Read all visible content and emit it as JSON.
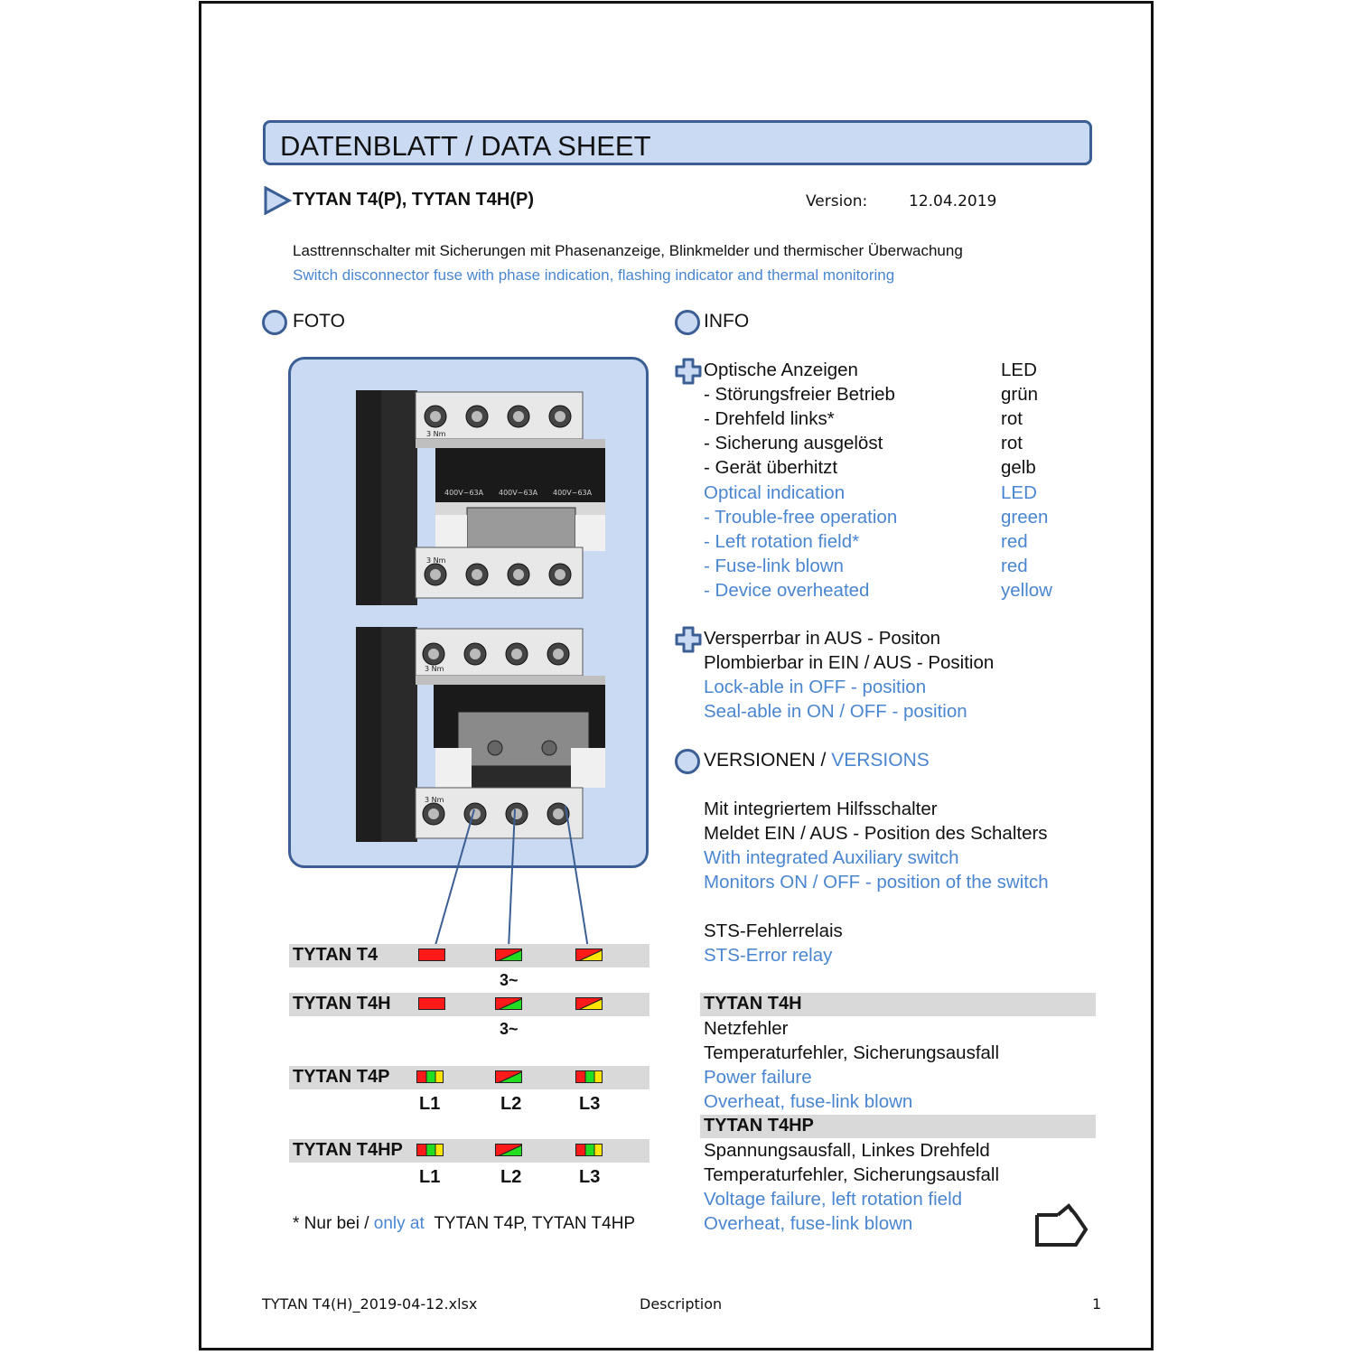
{
  "header": {
    "title": "DATENBLATT / DATA SHEET",
    "product": "TYTAN T4(P), TYTAN T4H(P)",
    "version_label": "Version:",
    "version_date": "12.04.2019"
  },
  "description": {
    "de": "Lasttrennschalter mit Sicherungen mit Phasenanzeige, Blinkmelder und thermischer Überwachung",
    "en": "Switch disconnector fuse with phase indication, flashing indicator and thermal monitoring"
  },
  "foto": {
    "heading": "FOTO",
    "module_marking": "3 Nm",
    "fuse_marking": "400V~63A"
  },
  "info": {
    "heading": "INFO",
    "optical": [
      {
        "label": "Optische Anzeigen",
        "value": "LED",
        "lang": "de"
      },
      {
        "label": "- Störungsfreier Betrieb",
        "value": "grün",
        "lang": "de"
      },
      {
        "label": "- Drehfeld links*",
        "value": "rot",
        "lang": "de"
      },
      {
        "label": "- Sicherung ausgelöst",
        "value": "rot",
        "lang": "de"
      },
      {
        "label": "- Gerät überhitzt",
        "value": "gelb",
        "lang": "de"
      },
      {
        "label": "Optical indication",
        "value": "LED",
        "lang": "en"
      },
      {
        "label": "- Trouble-free operation",
        "value": "green",
        "lang": "en"
      },
      {
        "label": "- Left rotation field*",
        "value": "red",
        "lang": "en"
      },
      {
        "label": "- Fuse-link blown",
        "value": "red",
        "lang": "en"
      },
      {
        "label": "- Device overheated",
        "value": "yellow",
        "lang": "en"
      }
    ],
    "lock": [
      {
        "text": "Versperrbar in AUS - Positon",
        "lang": "de"
      },
      {
        "text": "Plombierbar in EIN / AUS - Position",
        "lang": "de"
      },
      {
        "text": "Lock-able in OFF - position",
        "lang": "en"
      },
      {
        "text": "Seal-able in ON / OFF - position",
        "lang": "en"
      }
    ]
  },
  "versions": {
    "heading_de": "VERSIONEN",
    "sep": " / ",
    "heading_en": "VERSIONS",
    "aux": [
      {
        "text": "Mit integriertem Hilfsschalter",
        "lang": "de"
      },
      {
        "text": "Meldet EIN / AUS - Position des Schalters",
        "lang": "de"
      },
      {
        "text": "With integrated Auxiliary switch",
        "lang": "en"
      },
      {
        "text": "Monitors ON / OFF - position of the switch",
        "lang": "en"
      }
    ],
    "sts": [
      {
        "text": "STS-Fehlerrelais",
        "lang": "de"
      },
      {
        "text": "STS-Error relay",
        "lang": "en"
      }
    ],
    "t4h": {
      "title": "TYTAN T4H",
      "lines": [
        {
          "text": "Netzfehler",
          "lang": "de"
        },
        {
          "text": "Temperaturfehler, Sicherungsausfall",
          "lang": "de"
        },
        {
          "text": "Power failure",
          "lang": "en"
        },
        {
          "text": "Overheat, fuse-link blown",
          "lang": "en"
        }
      ]
    },
    "t4hp": {
      "title": "TYTAN T4HP",
      "lines": [
        {
          "text": "Spannungsausfall, Linkes Drehfeld",
          "lang": "de"
        },
        {
          "text": "Temperaturfehler, Sicherungsausfall",
          "lang": "de"
        },
        {
          "text": "Voltage failure, left rotation field",
          "lang": "en"
        },
        {
          "text": "Overheat, fuse-link blown",
          "lang": "en"
        }
      ]
    }
  },
  "indicators": {
    "models": [
      "TYTAN T4",
      "TYTAN T4H",
      "TYTAN T4P",
      "TYTAN T4HP"
    ],
    "three_phase": "3~",
    "phases": [
      "L1",
      "L2",
      "L3"
    ]
  },
  "note": {
    "star": "* Nur bei / ",
    "only_at": "only at",
    "models": "TYTAN T4P, TYTAN T4HP"
  },
  "footer": {
    "file": "TYTAN T4(H)_2019-04-12.xlsx",
    "sheet": "Description",
    "page": "1"
  },
  "colors": {
    "accent_blue": "#3b5f95",
    "panel_fill": "#c9daf2",
    "english_text": "#4a86d0",
    "led_red": "#ff1a1a",
    "led_green": "#22dd22",
    "led_yellow": "#ffe600"
  },
  "icons": {
    "bullet_arrow": "triangle-right-icon",
    "section_marker": "circle-icon",
    "item_marker": "plus-icon",
    "brand_logo": "logo-icon"
  }
}
